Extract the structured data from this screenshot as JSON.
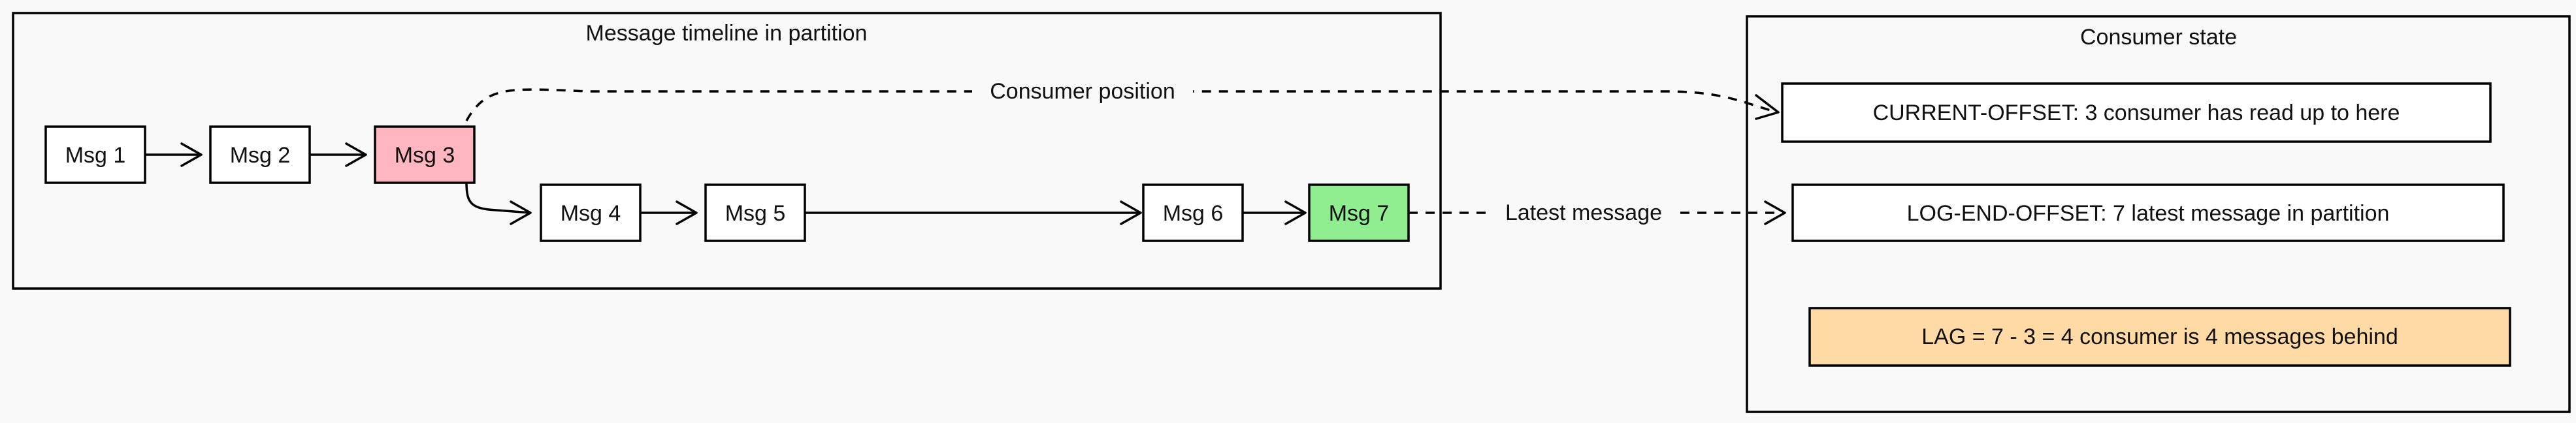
{
  "clusters": {
    "timeline": {
      "title": "Message timeline in partition"
    },
    "consumer": {
      "title": "Consumer state"
    }
  },
  "messages": [
    {
      "id": "msg1",
      "label": "Msg 1",
      "fill": "#ffffff"
    },
    {
      "id": "msg2",
      "label": "Msg 2",
      "fill": "#ffffff"
    },
    {
      "id": "msg3",
      "label": "Msg 3",
      "fill": "#ffb6c1"
    },
    {
      "id": "msg4",
      "label": "Msg 4",
      "fill": "#ffffff"
    },
    {
      "id": "msg5",
      "label": "Msg 5",
      "fill": "#ffffff"
    },
    {
      "id": "msg6",
      "label": "Msg 6",
      "fill": "#ffffff"
    },
    {
      "id": "msg7",
      "label": "Msg 7",
      "fill": "#90ee90"
    }
  ],
  "state": [
    {
      "id": "current-offset",
      "label": "CURRENT-OFFSET: 3 consumer has read up to here",
      "fill": "#ffffff"
    },
    {
      "id": "log-end-offset",
      "label": "LOG-END-OFFSET: 7 latest message in partition",
      "fill": "#ffffff"
    },
    {
      "id": "lag",
      "label": "LAG = 7 - 3 = 4 consumer is 4 messages behind",
      "fill": "#ffdaa5"
    }
  ],
  "edges": [
    {
      "from": "msg1",
      "to": "msg2",
      "style": "solid"
    },
    {
      "from": "msg2",
      "to": "msg3",
      "style": "solid"
    },
    {
      "from": "msg3",
      "to": "msg4",
      "style": "solid"
    },
    {
      "from": "msg4",
      "to": "msg5",
      "style": "solid"
    },
    {
      "from": "msg5",
      "to": "msg6",
      "style": "solid"
    },
    {
      "from": "msg6",
      "to": "msg7",
      "style": "solid"
    },
    {
      "from": "msg3",
      "to": "current-offset",
      "style": "dashed",
      "label": "Consumer position"
    },
    {
      "from": "msg7",
      "to": "log-end-offset",
      "style": "dashed",
      "label": "Latest message"
    }
  ]
}
